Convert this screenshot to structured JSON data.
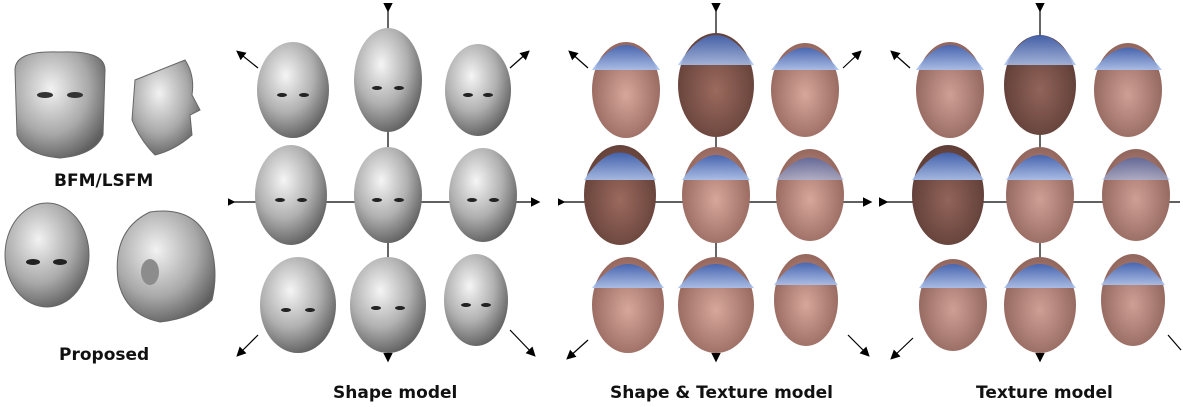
{
  "labels": {
    "bfm": "BFM/LSFM",
    "proposed": "Proposed",
    "shape_model": "Shape model",
    "shape_texture_model": "Shape & Texture model",
    "texture_model": "Texture model"
  },
  "colors": {
    "gray_head": "#b8b8b8",
    "skin_light": "#c7958a",
    "skin_dark": "#7b5048",
    "cap_blue": "#6b8fd9"
  },
  "icons": [
    "arrow-up-icon",
    "arrow-down-icon",
    "arrow-left-icon",
    "arrow-right-icon",
    "arrow-diagonal-icon"
  ]
}
